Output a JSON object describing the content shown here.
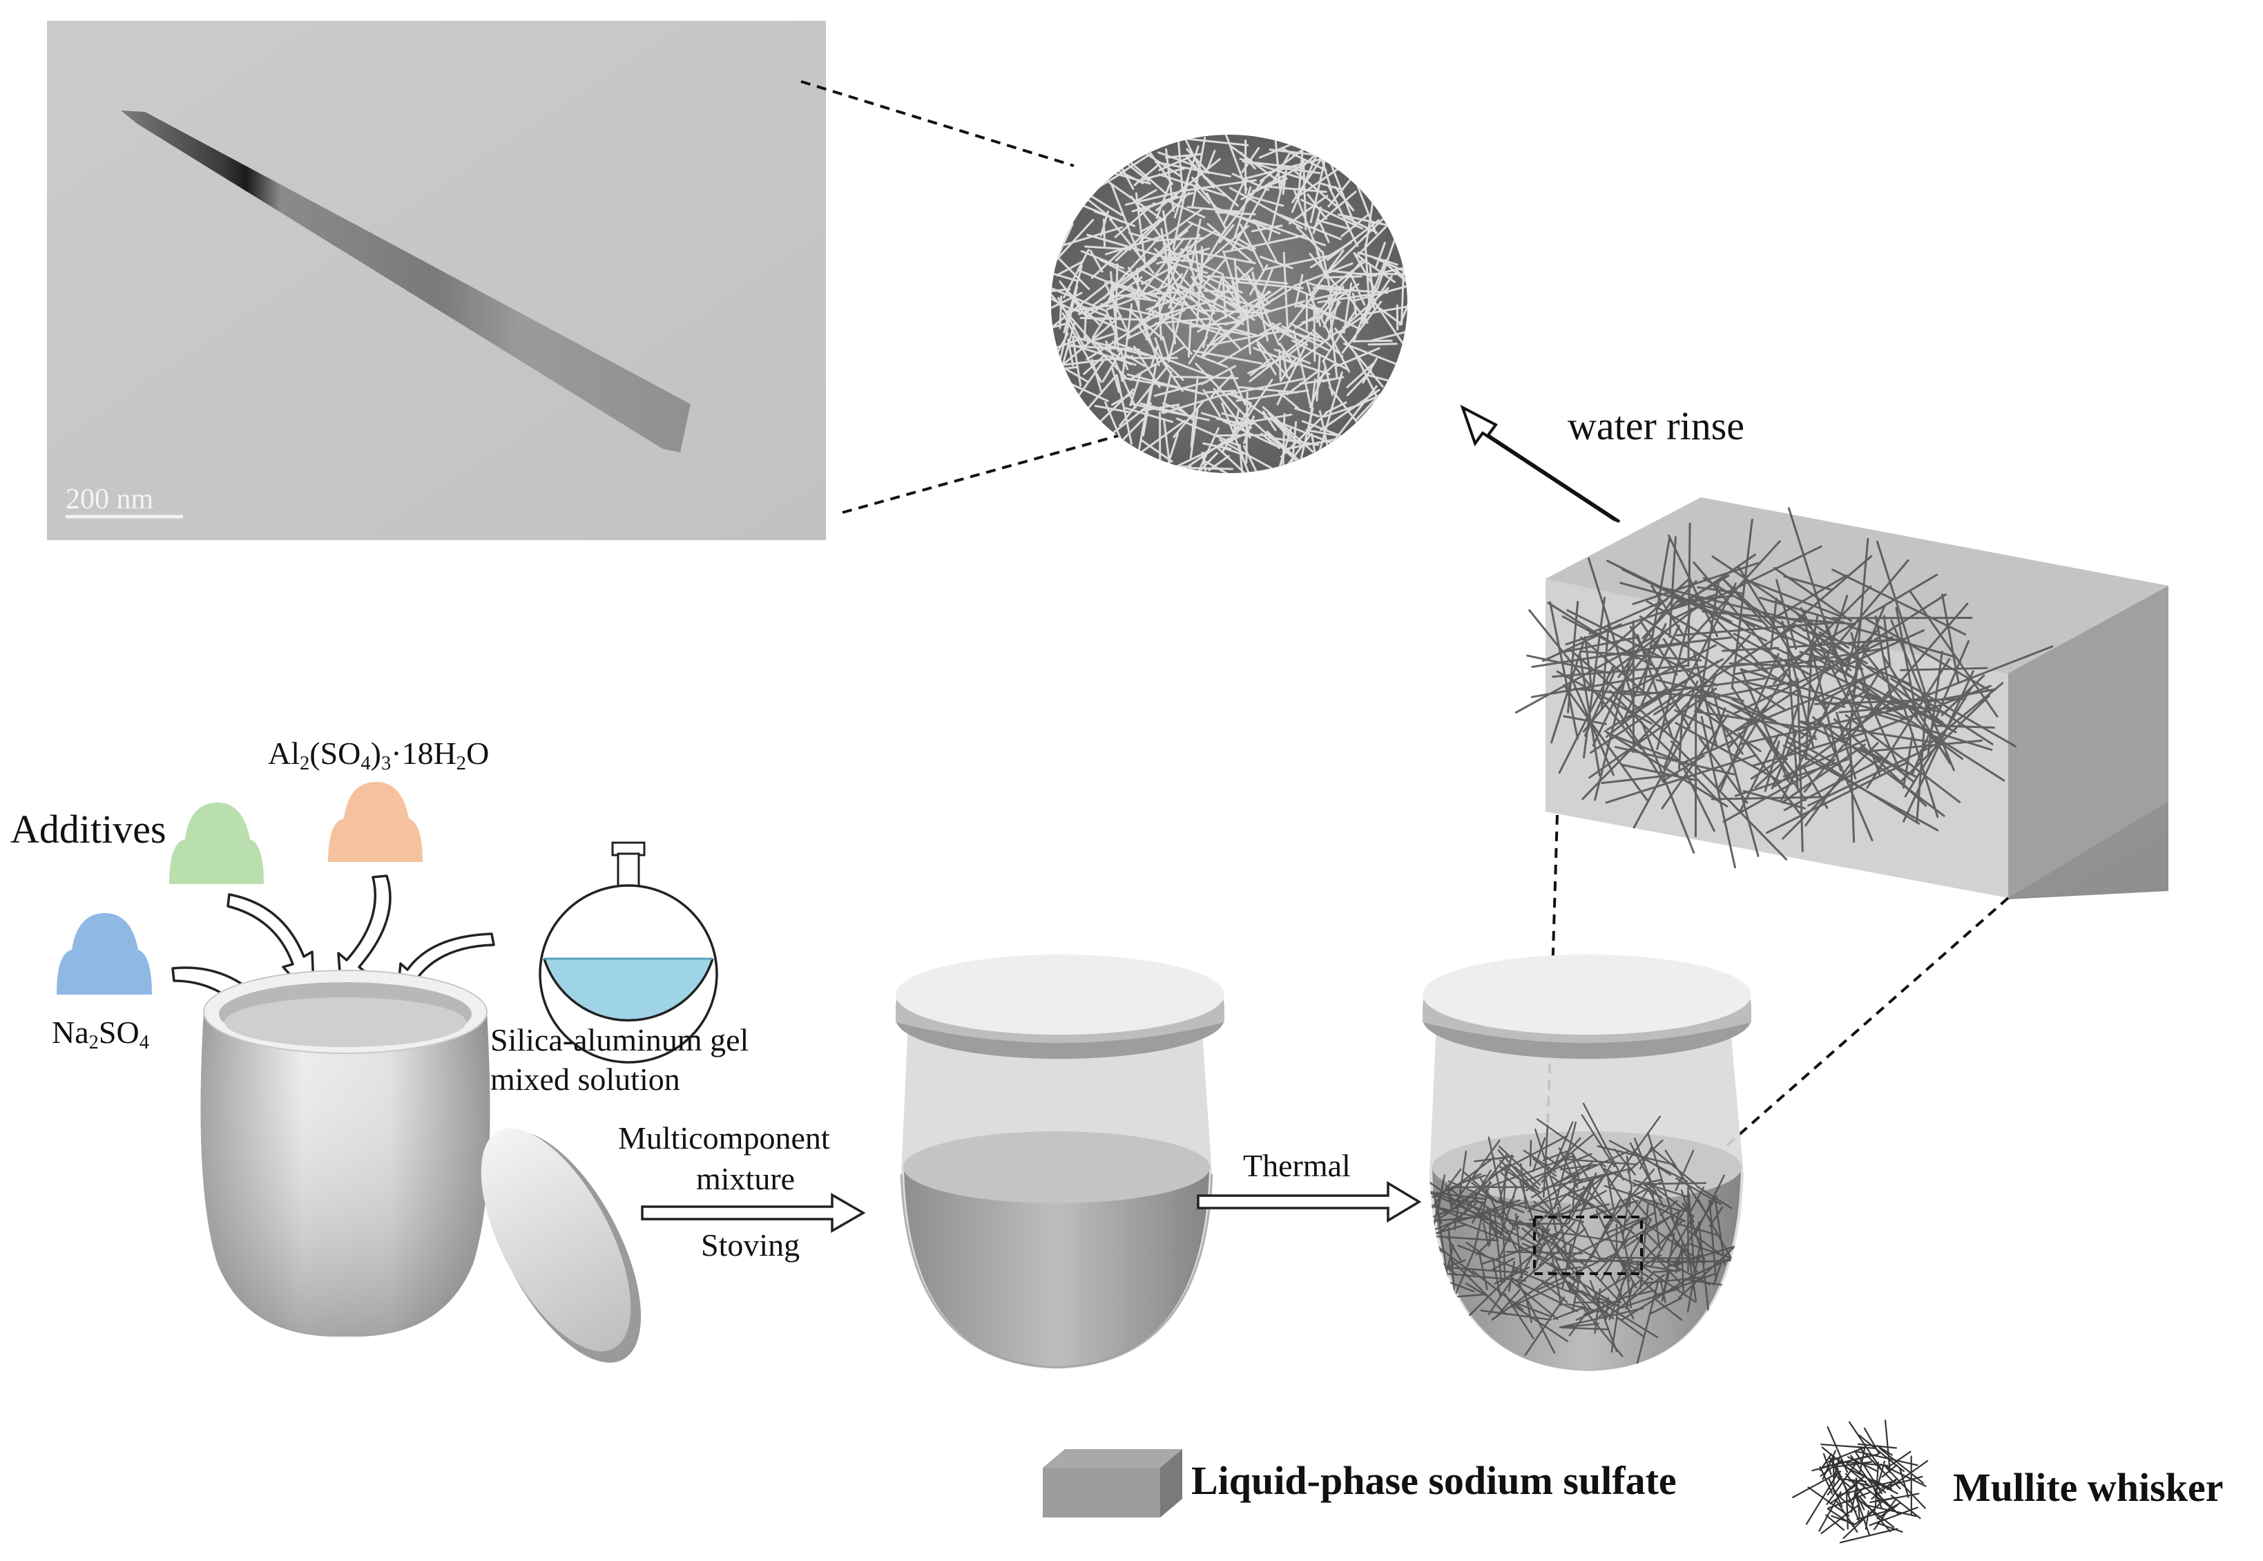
{
  "tem_image": {
    "scale_bar_label": "200 nm"
  },
  "process": {
    "water_rinse": "water rinse",
    "additives": "Additives",
    "al_sulfate": {
      "a": "Al",
      "s1": "2",
      "b": "(SO",
      "s2": "4",
      "c": ")",
      "s3": "3",
      "d": "·18H",
      "s4": "2",
      "e": "O"
    },
    "na_sulfate": {
      "a": "Na",
      "s1": "2",
      "b": "SO",
      "s2": "4"
    },
    "gel_line1": "Silica-aluminum gel",
    "gel_line2": "mixed solution",
    "step1_line1": "Multicomponent",
    "step1_line2": "mixture",
    "step1_line3": "Stoving",
    "step2": "Thermal"
  },
  "legend": {
    "liquid_phase": "Liquid-phase sodium sulfate",
    "mullite": "Mullite whisker"
  },
  "colors": {
    "additive_green": "#b9dfae",
    "al_sulfate_orange": "#f6c29d",
    "na_sulfate_blue": "#8fb8e4",
    "solution_blue": "#9fd4e6",
    "tem_background": "#c8c8c8"
  }
}
